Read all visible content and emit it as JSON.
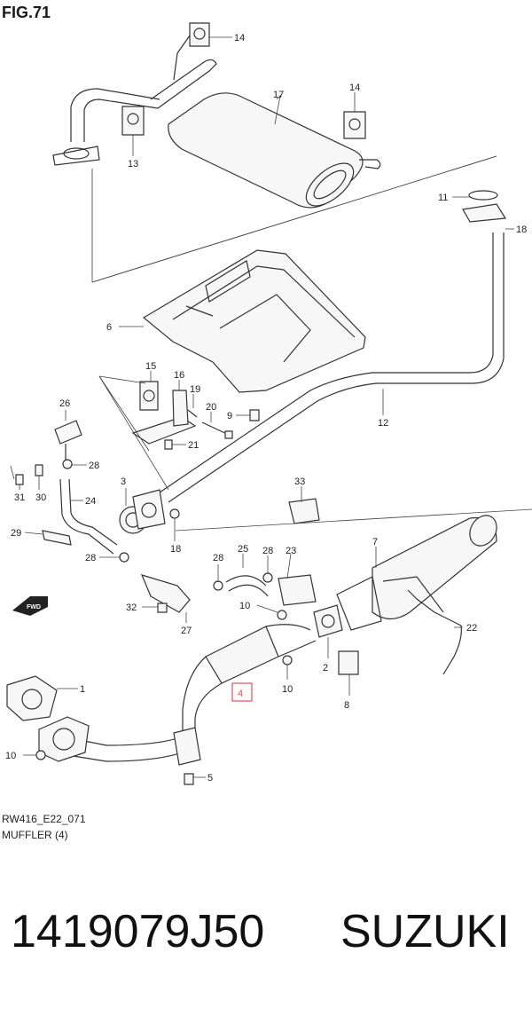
{
  "figure": {
    "title": "FIG.71",
    "caption_code": "RW416_E22_071",
    "caption_name": "MUFFLER (4)"
  },
  "product": {
    "part_number": "1419079J50",
    "brand": "SUZUKI"
  },
  "callouts": {
    "c14a": "14",
    "c17": "17",
    "c14b": "14",
    "c13": "13",
    "c11": "11",
    "c18a": "18",
    "c6": "6",
    "c12": "12",
    "c15": "15",
    "c16": "16",
    "c19": "19",
    "c20": "20",
    "c9": "9",
    "c21": "21",
    "c26": "26",
    "c28a": "28",
    "c31": "31",
    "c30": "30",
    "c24": "24",
    "c29": "29",
    "c3": "3",
    "c18b": "18",
    "c33": "33",
    "c7": "7",
    "c28b": "28",
    "c25": "25",
    "c28c": "28",
    "c28d": "28",
    "c23": "23",
    "c32": "32",
    "c27": "27",
    "c10a": "10",
    "c22": "22",
    "c1": "1",
    "c4": "4",
    "c10b": "10",
    "c2": "2",
    "c8": "8",
    "c10c": "10",
    "c5": "5"
  },
  "labels": {
    "fwd": "FWD"
  },
  "highlight_color": "#e0525b"
}
